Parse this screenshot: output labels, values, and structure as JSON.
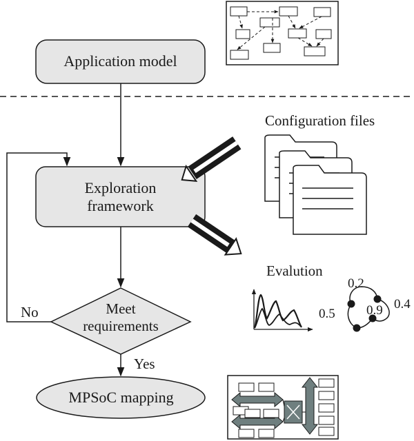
{
  "nodes": {
    "application_model": "Application model",
    "exploration_line1": "Exploration",
    "exploration_line2": "framework",
    "decision_line1": "Meet",
    "decision_line2": "requirements",
    "mpsoc_mapping": "MPSoC mapping"
  },
  "edges": {
    "no_label": "No",
    "yes_label": "Yes"
  },
  "annotations": {
    "configuration_files": "Configuration files",
    "evaluation": "Evalution",
    "graph_values": [
      "0.2",
      "0.5",
      "0.9",
      "0.4"
    ]
  },
  "colors": {
    "node_fill": "#e6e6e6",
    "stroke": "#1a1a1a",
    "mapping_fill": "#6f7f7f"
  }
}
